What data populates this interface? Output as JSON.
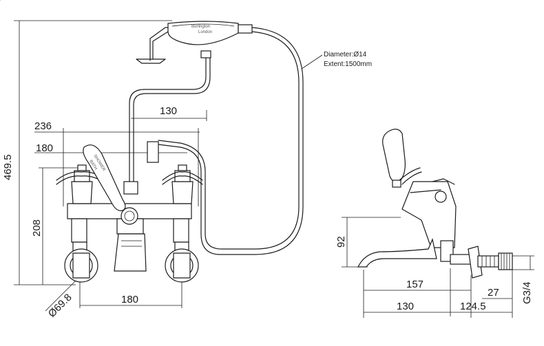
{
  "labels": {
    "height_total": "469.5",
    "width_236": "236",
    "width_180_top": "180",
    "hose_offset": "130",
    "spout_height": "208",
    "flange_diameter": "Ø69.8",
    "centres": "180",
    "hose_diameter": "Diameter:Ø14",
    "hose_extent": "Extent:1500mm",
    "side_height": "92",
    "side_157": "157",
    "side_27": "27",
    "side_130": "130",
    "side_124_5": "124.5",
    "thread": "G3/4"
  },
  "handset": {
    "brand": "Burlington",
    "city": "London"
  },
  "lever_text": {
    "line1": "SHOWER",
    "line2": "BATH"
  }
}
